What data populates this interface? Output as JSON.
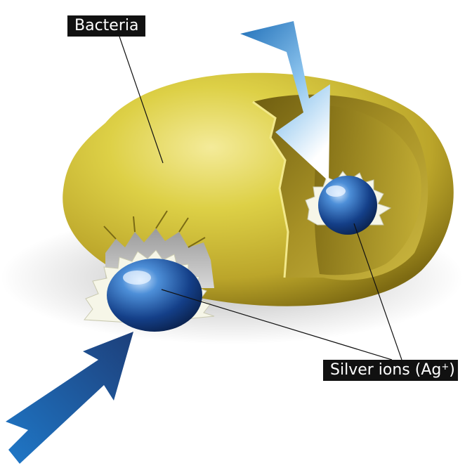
{
  "diagram": {
    "labels": {
      "bacteria": "Bacteria",
      "silver_ions_prefix": "Silver ions (Ag",
      "silver_ions_superscript": "+",
      "silver_ions_suffix": ")"
    },
    "colors": {
      "bacteria_body": "#d7c53c",
      "bacteria_dark": "#8e7a16",
      "ion_blue": "#1c5aa6",
      "arrow_blue": "#2a7fc8",
      "label_bg": "#111111",
      "label_text": "#ffffff"
    },
    "icons": [
      "bacteria-cell",
      "silver-ion-sphere",
      "incoming-arrow"
    ]
  }
}
